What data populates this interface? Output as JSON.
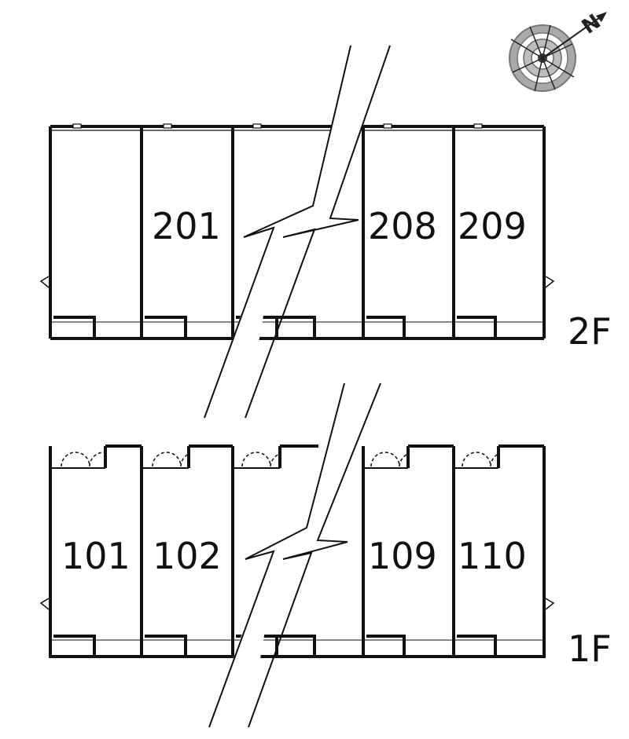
{
  "floors": [
    {
      "label": "2F",
      "units": [
        "201",
        "208",
        "209"
      ]
    },
    {
      "label": "1F",
      "units": [
        "101",
        "102",
        "109",
        "110"
      ]
    }
  ],
  "compass": {
    "north_label": "N",
    "icon": "compass-icon"
  },
  "colors": {
    "line": "#111111",
    "compass_gray": "#888888",
    "background": "#ffffff"
  }
}
